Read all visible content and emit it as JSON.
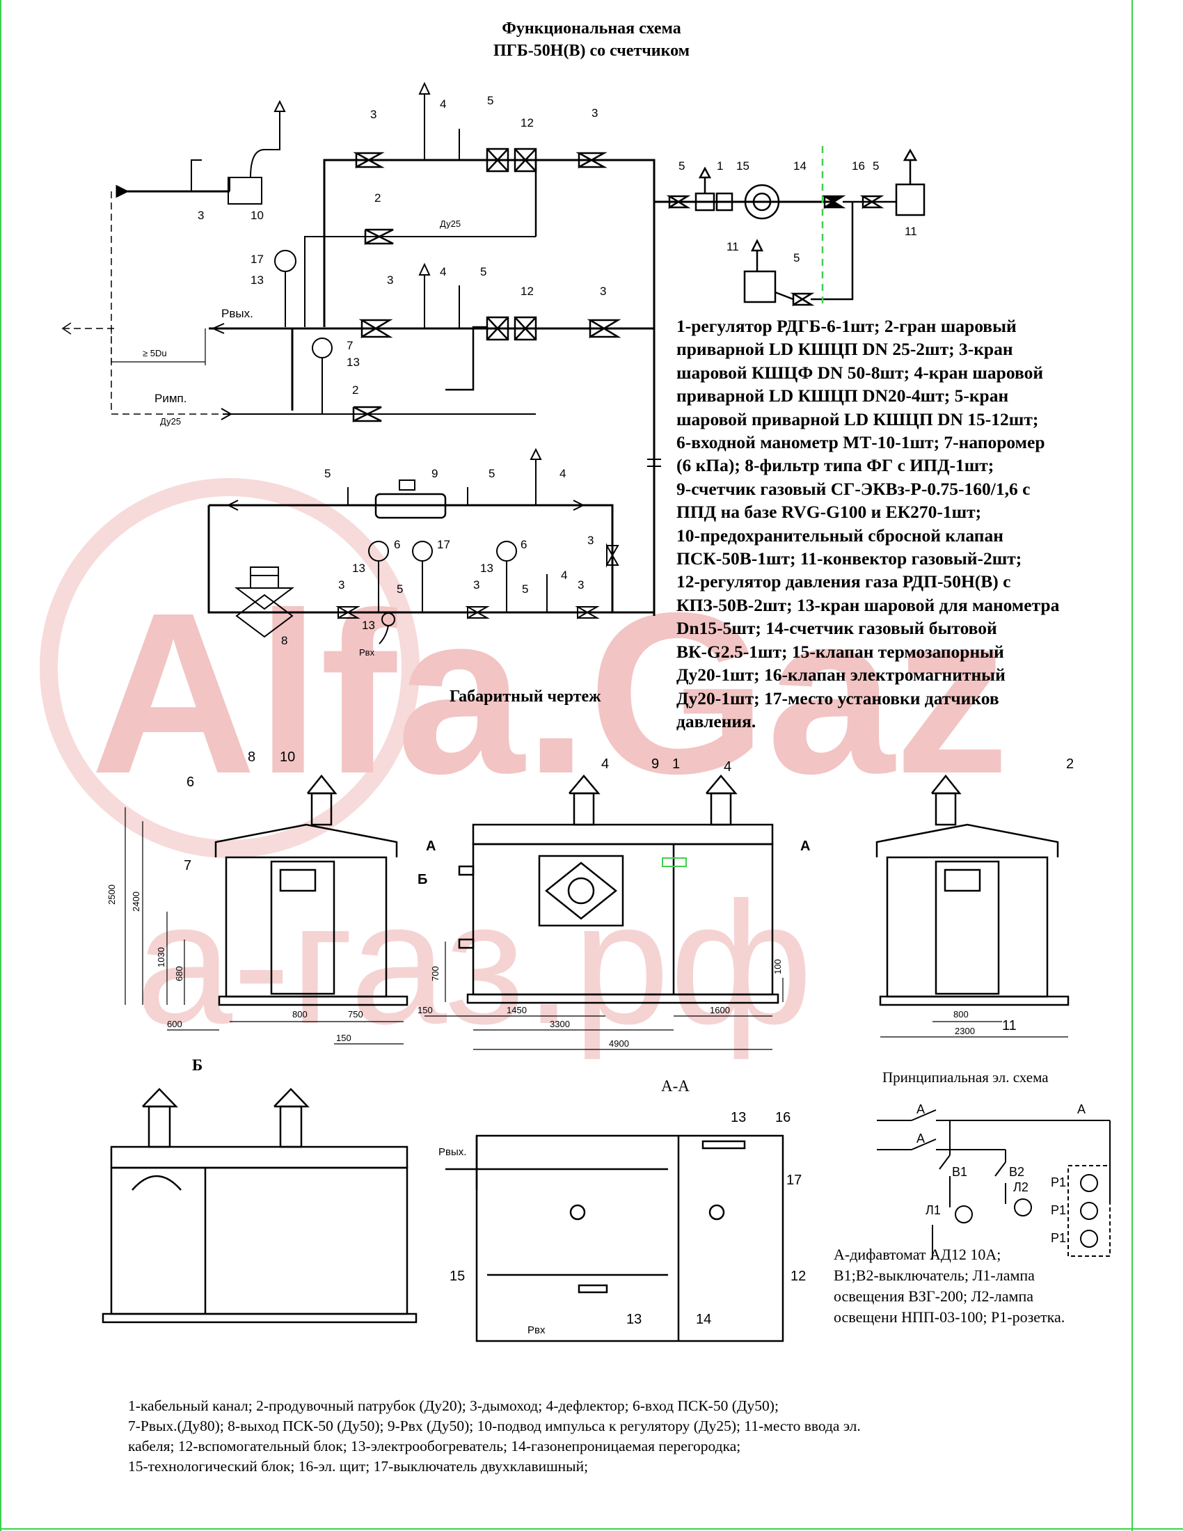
{
  "title": {
    "line1": "Функциональная схема",
    "line2": "ПГБ-50Н(В) со счетчиком"
  },
  "watermark": {
    "brand": "Alfa.Gaz",
    "domain": "а-газ.рф"
  },
  "scheme": {
    "numbers": [
      "1",
      "2",
      "3",
      "4",
      "5",
      "6",
      "7",
      "8",
      "9",
      "10",
      "11",
      "12",
      "13",
      "14",
      "15",
      "16",
      "17"
    ],
    "labels": {
      "p_out": "Рвых.",
      "p_imp": "Римп.",
      "p_in": "Рвх",
      "dn25": "Ду25",
      "min_5du": "≥ 5Du"
    }
  },
  "legend": {
    "lines": [
      "1-регулятор РДГБ-6-1шт; 2-гран шаровый",
      "приварной LD КШЦП DN 25-2шт; 3-кран",
      "шаровой  КШЦФ DN 50-8шт; 4-кран шаровой",
      "приварной LD КШЦП DN20-4шт; 5-кран",
      "шаровой приварной LD КШЦП DN 15-12шт;",
      "6-входной манометр МТ-10-1шт; 7-напоромер",
      "(6 кПа); 8-фильтр типа ФГ с ИПД-1шт;",
      "9-счетчик газовый СГ-ЭКВз-Р-0.75-160/1,6 с",
      "ППД на базе RVG-G100 и ЕК270-1шт;",
      "10-предохранительный сбросной клапан",
      "ПСК-50В-1шт; 11-конвектор газовый-2шт;",
      "12-регулятор давления газа РДП-50Н(В) с",
      "КПЗ-50В-2шт; 13-кран шаровой для манометра",
      "Dn15-5шт; 14-счетчик газовый бытовой",
      "ВК-G2.5-1шт; 15-клапан термозапорный",
      "Ду20-1шт; 16-клапан электромагнитный",
      "Ду20-1шт; 17-место установки датчиков",
      "давления."
    ]
  },
  "dimensional_drawing": {
    "heading": "Габаритный чертеж",
    "section_b": "Б",
    "section_aa": "А-А",
    "section_a": "А",
    "dims": {
      "h2500": "2500",
      "h2400": "2400",
      "h1030": "1030",
      "h680": "680",
      "w800": "800",
      "w750": "750",
      "w600": "600",
      "w150": "150",
      "h700": "700",
      "w1450": "1450",
      "w3300": "3300",
      "w4900": "4900",
      "w1600": "1600",
      "h100": "100",
      "w2300": "2300"
    }
  },
  "electrical": {
    "heading": "Принципиальная эл. схема",
    "labels": {
      "a": "А",
      "b1": "В1",
      "b2": "В2",
      "l1": "Л1",
      "l2": "Л2",
      "p1": "Р1"
    },
    "notes": [
      "А-дифавтомат АД12 10А;",
      "В1;В2-выключатель; Л1-лампа",
      "освещения ВЗГ-200; Л2-лампа",
      "освещени НПП-03-100; Р1-розетка."
    ]
  },
  "bottom_notes": {
    "lines": [
      "1-кабельный канал; 2-продувочный патрубок (Ду20); 3-дымоход; 4-дефлектор; 6-вход ПСК-50 (Ду50);",
      "7-Рвых.(Ду80); 8-выход ПСК-50 (Ду50); 9-Рвх (Ду50); 10-подвод импульса к регулятору (Ду25); 11-место ввода эл.",
      "кабеля; 12-вспомогательный блок; 13-электрообогреватель; 14-газонепроницаемая перегородка;",
      "15-технологический блок; 16-эл. щит; 17-выключатель двухклавишный;"
    ]
  },
  "colors": {
    "frame": "#3fd04f",
    "watermark": "#f2c4c4",
    "highlight": "#3fd04f"
  }
}
